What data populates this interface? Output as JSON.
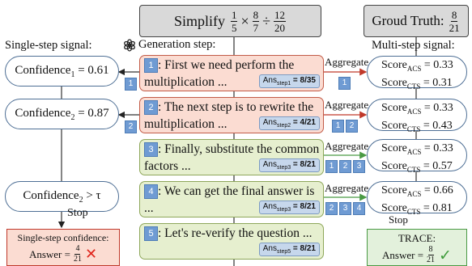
{
  "question": {
    "prefix": "Simplify",
    "terms": [
      {
        "num": "1",
        "den": "5"
      },
      {
        "op": "×"
      },
      {
        "num": "8",
        "den": "7"
      },
      {
        "op": "÷"
      },
      {
        "num": "12",
        "den": "20"
      }
    ]
  },
  "ground_truth": {
    "label": "Groud Truth:",
    "num": "8",
    "den": "21"
  },
  "labels": {
    "single_step_signal": "Single-step signal:",
    "multi_step_signal": "Multi-step signal:",
    "generation_step": "Generation step:",
    "aggregate": "Aggregate",
    "stop": "Stop"
  },
  "single_step": [
    {
      "name": "Confidence",
      "sub": "1",
      "rel": " = ",
      "value": "0.61"
    },
    {
      "name": "Confidence",
      "sub": "2",
      "rel": " = ",
      "value": "0.87"
    },
    {
      "name": "Confidence",
      "sub": "2",
      "rel": " > ",
      "value": "τ"
    }
  ],
  "steps": [
    {
      "id": "1",
      "text": ": First we need perform the multiplication ...",
      "ans_label": "Ans",
      "ans_sub": "step1",
      "ans_value": "= 8/35",
      "color": "red"
    },
    {
      "id": "2",
      "text": ": The next step is to rewrite the multiplication ...",
      "ans_label": "Ans",
      "ans_sub": "step2",
      "ans_value": "= 4/21",
      "color": "red"
    },
    {
      "id": "3",
      "text": ": Finally, substitute the common factors ...",
      "ans_label": "Ans",
      "ans_sub": "step3",
      "ans_value": "= 8/21",
      "color": "green"
    },
    {
      "id": "4",
      "text": ": We can get the final answer is ...",
      "ans_label": "Ans",
      "ans_sub": "step3",
      "ans_value": "= 8/21",
      "color": "green"
    },
    {
      "id": "5",
      "text": ": Let's re-verify the question ...",
      "ans_label": "Ans",
      "ans_sub": "step5",
      "ans_value": "= 8/21",
      "color": "green"
    }
  ],
  "step_markers": [
    "1",
    "2"
  ],
  "aggregate_markers": [
    [
      "1"
    ],
    [
      "1",
      "2"
    ],
    [
      "1",
      "2",
      "3"
    ],
    [
      "2",
      "3",
      "4"
    ]
  ],
  "scores": [
    {
      "acs": "= 0.33",
      "cts": "= 0.31"
    },
    {
      "acs": "= 0.33",
      "cts": "= 0.43"
    },
    {
      "acs": "= 0.33",
      "cts": "= 0.57"
    },
    {
      "acs": "= 0.66",
      "cts": "= 0.81"
    }
  ],
  "score_labels": {
    "name": "Score",
    "acs": "ACS",
    "cts": "CTS"
  },
  "results": {
    "single": {
      "title": "Single-step confidence:",
      "answer_label": "Answer =",
      "num": "4",
      "den": "21",
      "mark": "✕"
    },
    "trace": {
      "title": "TRACE:",
      "answer_label": "Answer =",
      "num": "8",
      "den": "21",
      "mark": "✓"
    }
  },
  "colors": {
    "red_box": "#fbdcd2",
    "green_box": "#e6efcf",
    "badge": "#6f9bd3",
    "red_arrow": "#c0392b",
    "green_arrow": "#4a9a44"
  },
  "icons": {
    "generation": "openai-logo-icon"
  }
}
